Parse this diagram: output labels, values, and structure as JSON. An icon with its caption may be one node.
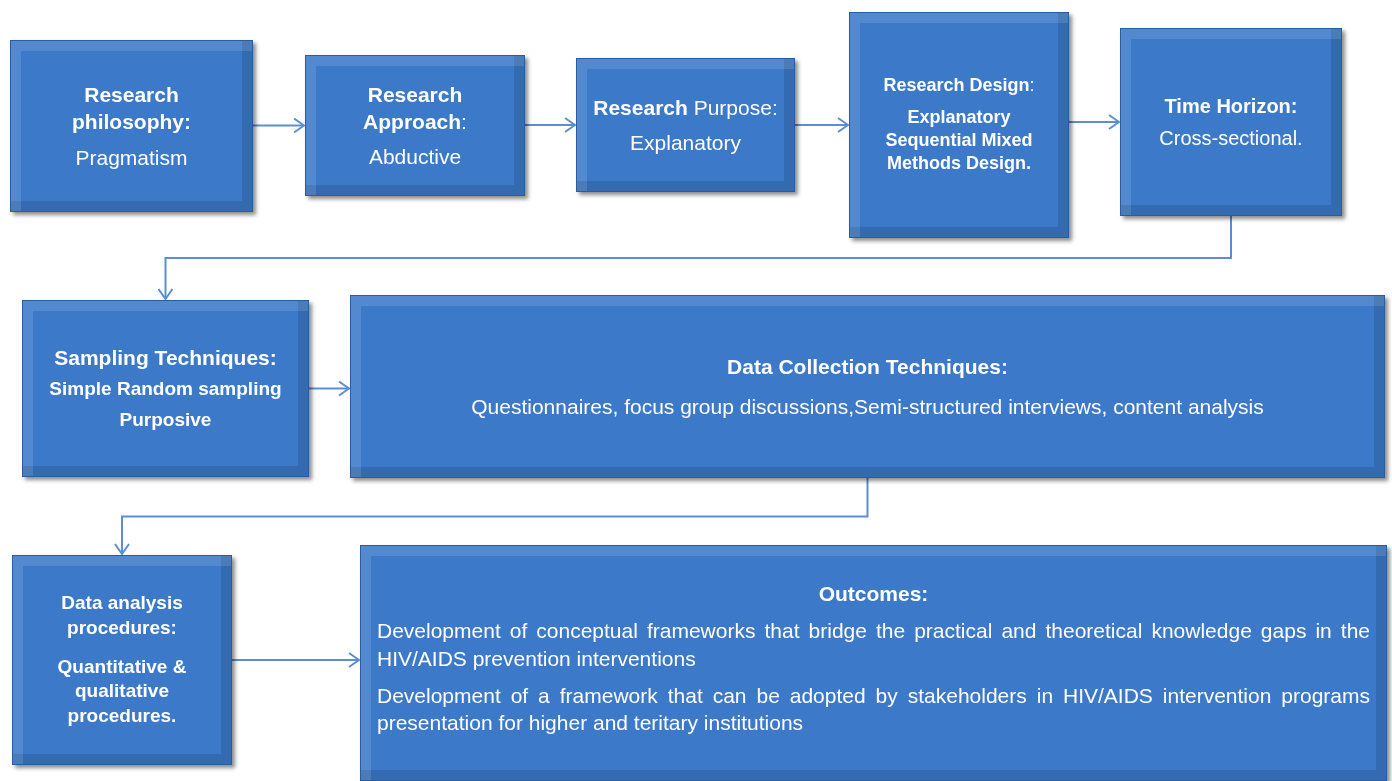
{
  "diagram": {
    "nodes": [
      {
        "text": [
          "Research philosophy:",
          "Pragmatism"
        ]
      },
      {
        "text": [
          "**Research Approach**:",
          "Abductive"
        ]
      },
      {
        "text": [
          "**Research** Purpose:",
          "Explanatory"
        ]
      },
      {
        "text": [
          "**Research Design**:",
          "Explanatory Sequential Mixed Methods Design."
        ]
      },
      {
        "text": [
          "Time Horizon:",
          "Cross-sectional."
        ]
      },
      {
        "text": [
          "Sampling Techniques:",
          "Simple Random sampling",
          "Purposive"
        ]
      },
      {
        "text": [
          "Data Collection Techniques:",
          "Questionnaires, focus group discussions,Semi-structured interviews, content analysis"
        ]
      },
      {
        "text": [
          "Data analysis procedures:",
          "Quantitative & qualitative procedures."
        ]
      },
      {
        "text": [
          "Outcomes:",
          "Development of conceptual frameworks that bridge the practical and theoretical knowledge gaps in the HIV/AIDS prevention interventions",
          "Development of a framework that can be adopted by stakeholders in HIV/AIDS intervention programs presentation for higher and teritary institutions"
        ]
      }
    ],
    "edges": [
      {
        "from": 0,
        "to": 1,
        "arrow": "to"
      },
      {
        "from": 1,
        "to": 2,
        "arrow": "to"
      },
      {
        "from": 2,
        "to": 3,
        "arrow": "to"
      },
      {
        "from": 3,
        "to": 4,
        "arrow": "to"
      },
      {
        "from": 4,
        "to": 5,
        "arrow": "to"
      },
      {
        "from": 5,
        "to": 6,
        "arrow": "to"
      },
      {
        "from": 6,
        "to": 7,
        "arrow": "to"
      },
      {
        "from": 7,
        "to": 8,
        "arrow": "to"
      }
    ]
  }
}
